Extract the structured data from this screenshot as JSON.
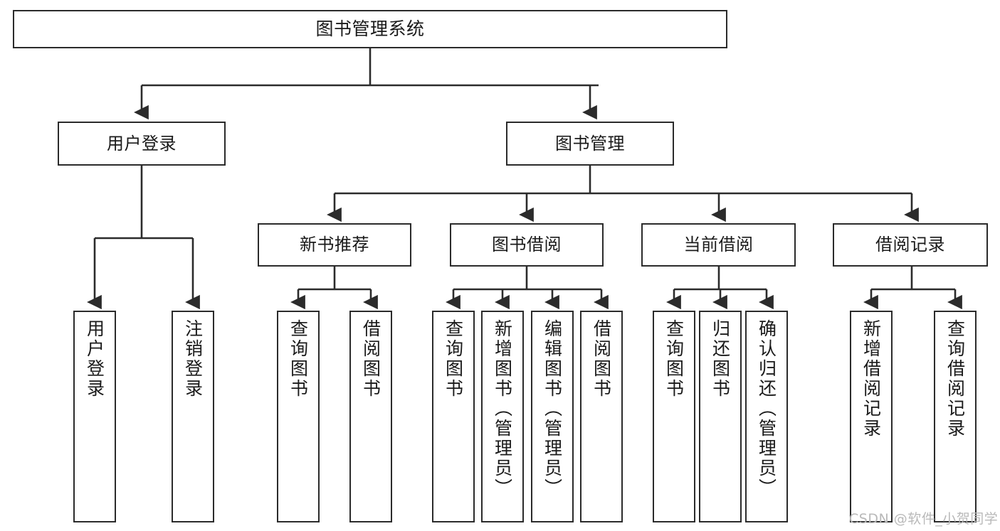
{
  "diagram": {
    "title": "图书管理系统",
    "type": "hierarchy-tree",
    "watermark": "CSDN @软件_小贺同学",
    "colors": {
      "stroke": "#2b2b2b",
      "fill": "#ffffff",
      "text": "#1a1a1a",
      "watermark": "#b9b9b9"
    },
    "nodes": {
      "root": {
        "label": "图书管理系统"
      },
      "level1": [
        {
          "id": "user-login",
          "label": "用户登录"
        },
        {
          "id": "book-manage",
          "label": "图书管理"
        }
      ],
      "level2": [
        {
          "id": "new-book-recommend",
          "label": "新书推荐"
        },
        {
          "id": "book-borrow",
          "label": "图书借阅"
        },
        {
          "id": "current-borrow",
          "label": "当前借阅"
        },
        {
          "id": "borrow-record",
          "label": "借阅记录"
        }
      ],
      "leaves": {
        "user-login": [
          {
            "id": "leaf-user-login",
            "label": "用户登录"
          },
          {
            "id": "leaf-logout",
            "label": "注销登录"
          }
        ],
        "new-book-recommend": [
          {
            "id": "leaf-query-book-1",
            "label": "查询图书"
          },
          {
            "id": "leaf-borrow-book-1",
            "label": "借阅图书"
          }
        ],
        "book-borrow": [
          {
            "id": "leaf-query-book-2",
            "label": "查询图书"
          },
          {
            "id": "leaf-add-book",
            "label": "新增图书（管理员）"
          },
          {
            "id": "leaf-edit-book",
            "label": "编辑图书（管理员）"
          },
          {
            "id": "leaf-borrow-book-2",
            "label": "借阅图书"
          }
        ],
        "current-borrow": [
          {
            "id": "leaf-query-book-3",
            "label": "查询图书"
          },
          {
            "id": "leaf-return-book",
            "label": "归还图书"
          },
          {
            "id": "leaf-confirm-return",
            "label": "确认归还（管理员）"
          }
        ],
        "borrow-record": [
          {
            "id": "leaf-add-record",
            "label": "新增借阅记录"
          },
          {
            "id": "leaf-query-record",
            "label": "查询借阅记录"
          }
        ]
      }
    }
  }
}
